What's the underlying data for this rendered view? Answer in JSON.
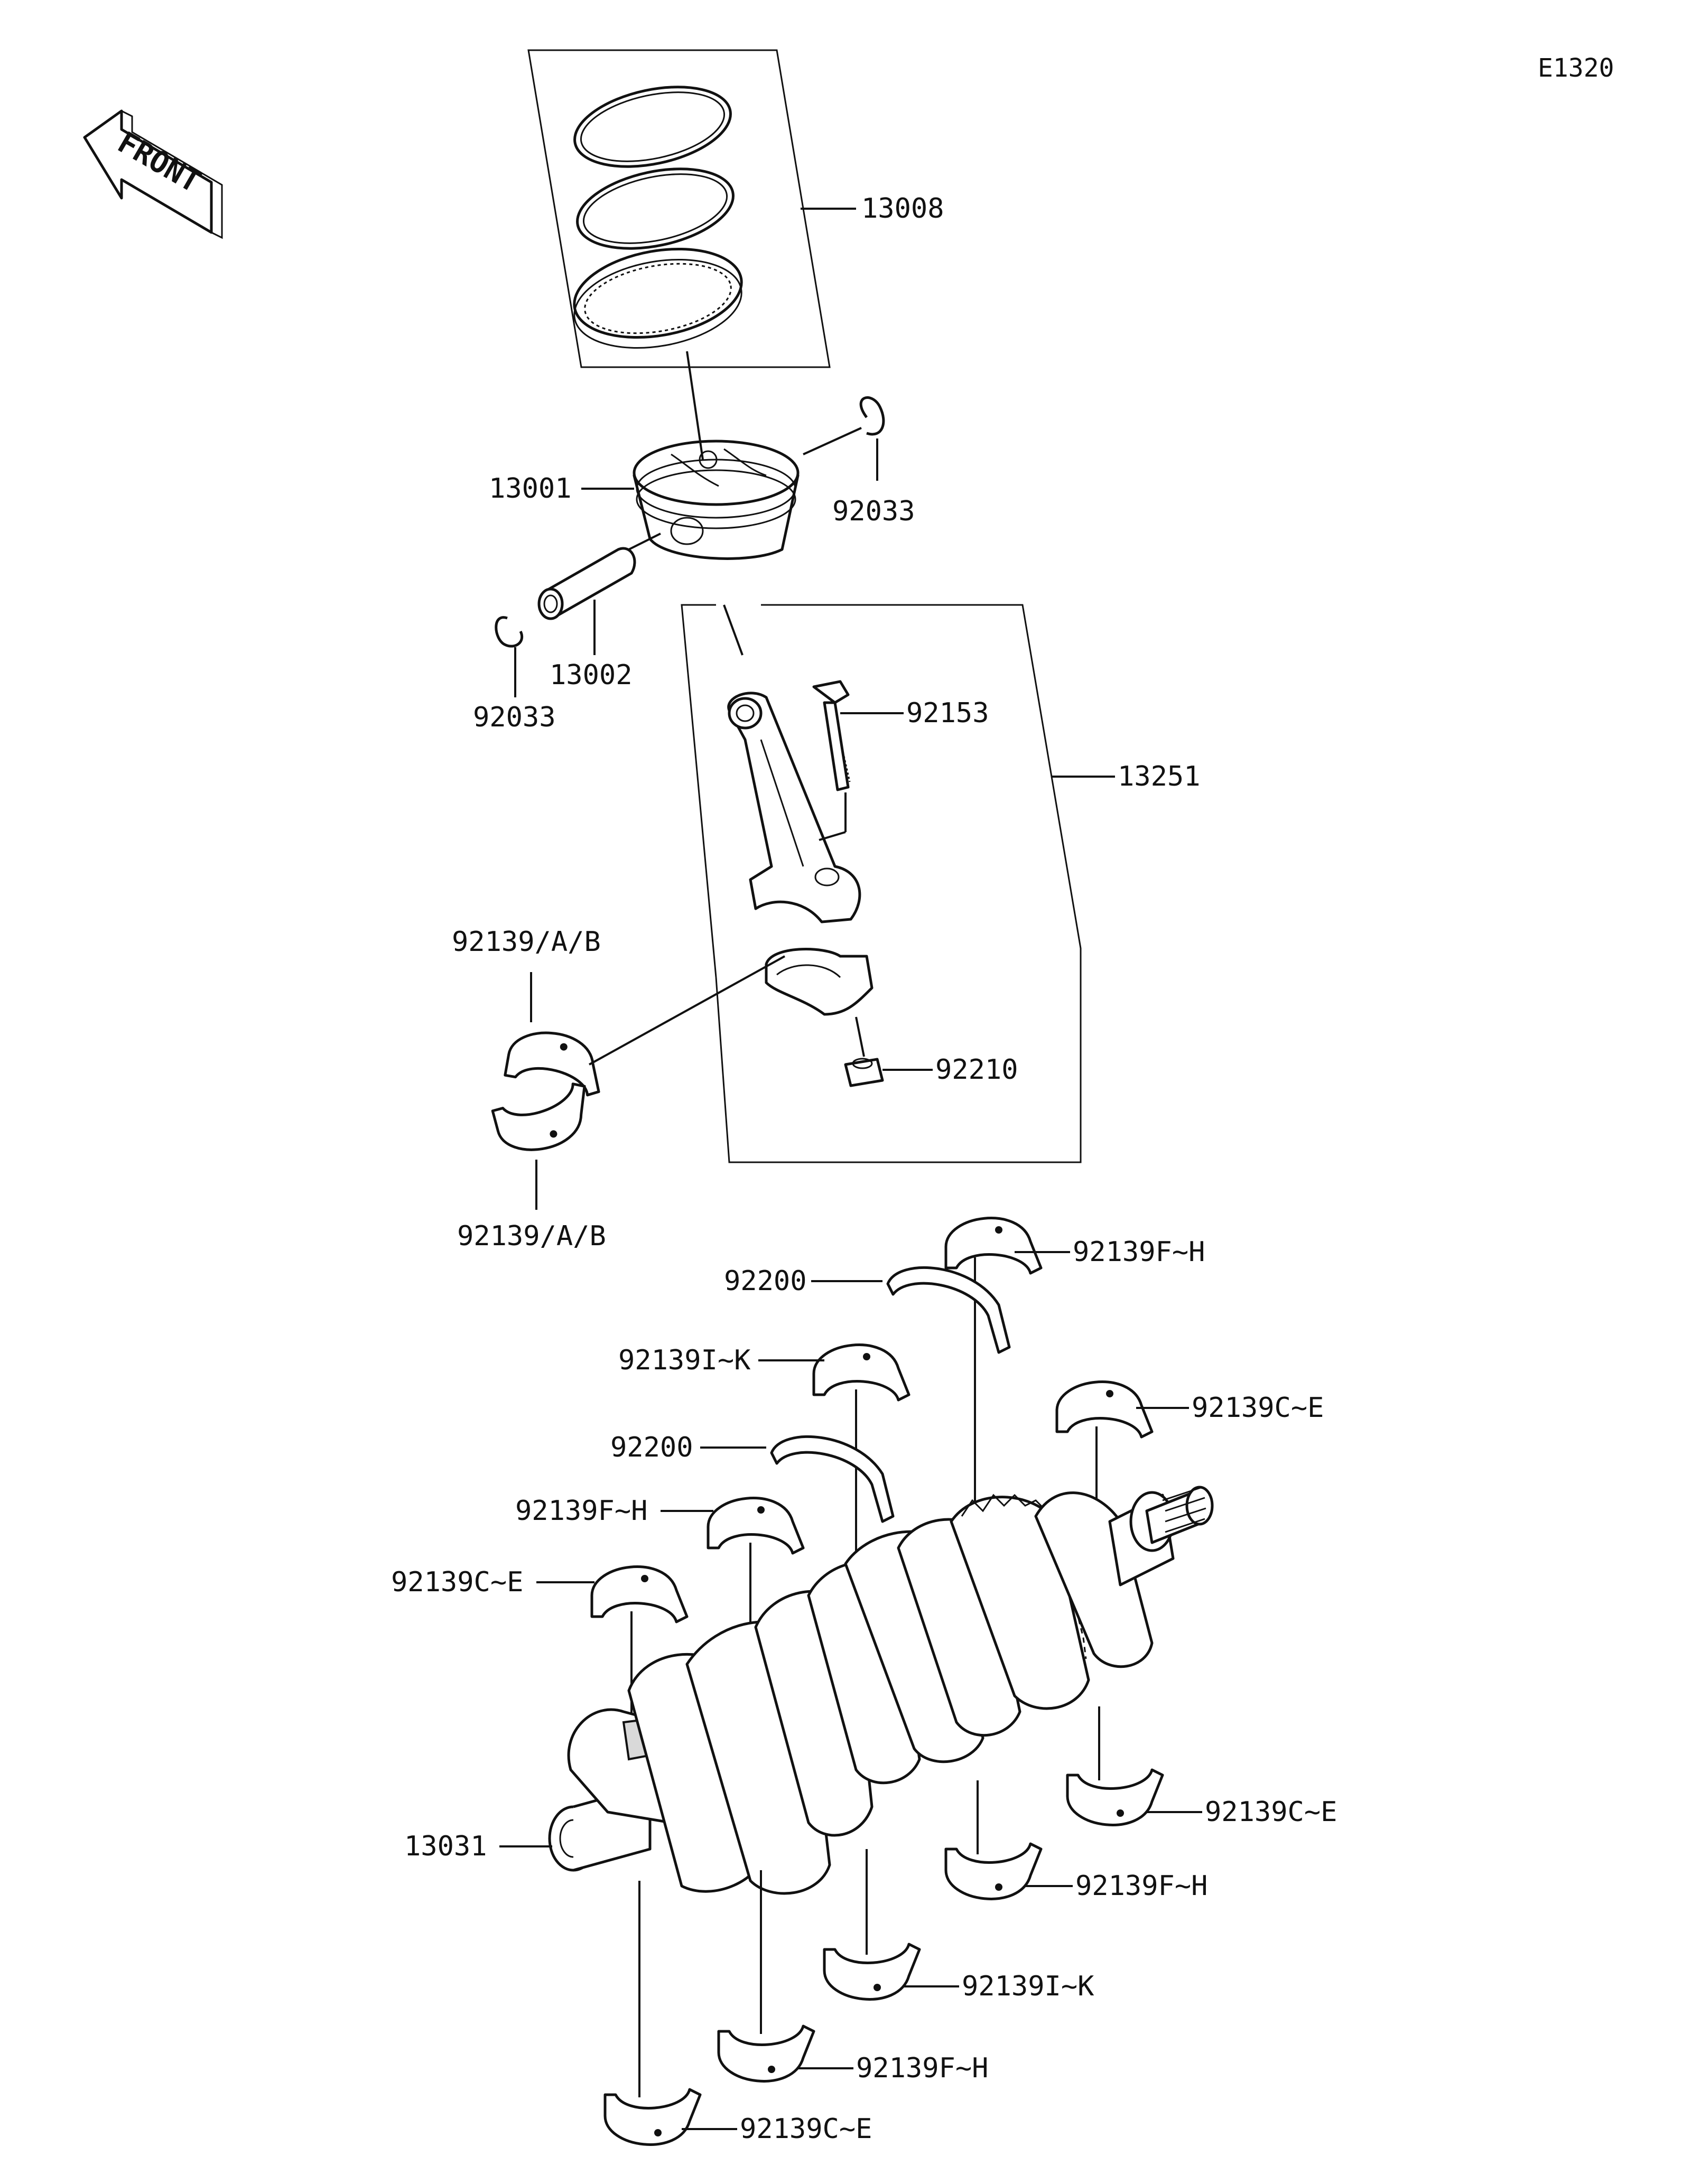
{
  "diagram_id": "E1320",
  "front_label": "FRONT",
  "labels": {
    "piston_rings": "13008",
    "piston": "13001",
    "circlip_right": "92033",
    "piston_pin": "13002",
    "circlip_left": "92033",
    "conrod_bolt": "92153",
    "conrod_assembly": "13251",
    "conrod_bearing_upper": "92139/A/B",
    "conrod_bearing_lower": "92139/A/B",
    "conrod_nut": "92210",
    "main_bearing_fh_top": "92139F~H",
    "thrust_washer_top": "92200",
    "main_bearing_ik_top": "92139I~K",
    "main_bearing_ce_right_top": "92139C~E",
    "thrust_washer_mid": "92200",
    "main_bearing_fh_mid": "92139F~H",
    "main_bearing_ce_left_top": "92139C~E",
    "crankshaft": "13031",
    "main_bearing_ce_right_bottom": "92139C~E",
    "main_bearing_fh_right_bottom": "92139F~H",
    "main_bearing_ik_bottom": "92139I~K",
    "main_bearing_fh_bottom": "92139F~H",
    "main_bearing_ce_bottom": "92139C~E"
  }
}
